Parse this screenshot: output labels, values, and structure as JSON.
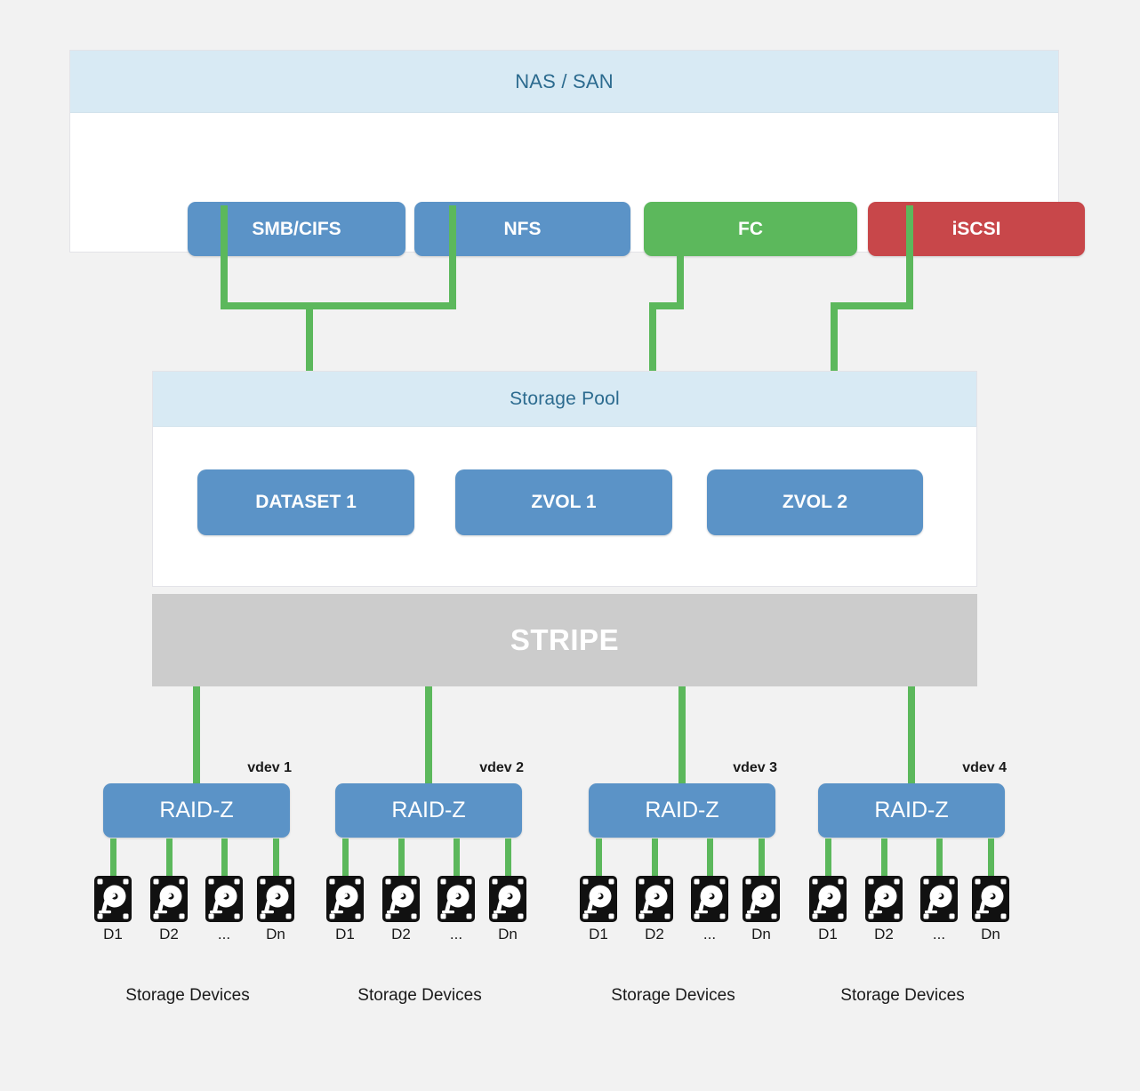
{
  "page": {
    "background": "#f2f2f2",
    "accent_blue": "#5b93c7",
    "accent_green": "#5cb85c",
    "accent_red": "#c8474a",
    "header_band": "#d8eaf4",
    "stripe_gray": "#cccccc"
  },
  "nas_san": {
    "title": "NAS / SAN",
    "protocols": [
      {
        "label": "SMB/CIFS",
        "color": "#5b93c7"
      },
      {
        "label": "NFS",
        "color": "#5b93c7"
      },
      {
        "label": "FC",
        "color": "#5cb85c"
      },
      {
        "label": "iSCSI",
        "color": "#c8474a"
      }
    ]
  },
  "storage_pool": {
    "title": "Storage Pool",
    "items": [
      {
        "label": "DATASET 1",
        "color": "#5b93c7"
      },
      {
        "label": "ZVOL 1",
        "color": "#5b93c7"
      },
      {
        "label": "ZVOL 2",
        "color": "#5b93c7"
      }
    ]
  },
  "stripe": {
    "label": "STRIPE",
    "color": "#cccccc"
  },
  "vdevs": [
    {
      "name": "vdev 1",
      "type": "RAID-Z",
      "devices_label": "Storage Devices",
      "disks": [
        {
          "label": "D1",
          "icon": "hard-disk-icon"
        },
        {
          "label": "D2",
          "icon": "hard-disk-icon"
        },
        {
          "label": "...",
          "icon": "hard-disk-icon"
        },
        {
          "label": "Dn",
          "icon": "hard-disk-icon"
        }
      ]
    },
    {
      "name": "vdev 2",
      "type": "RAID-Z",
      "devices_label": "Storage Devices",
      "disks": [
        {
          "label": "D1",
          "icon": "hard-disk-icon"
        },
        {
          "label": "D2",
          "icon": "hard-disk-icon"
        },
        {
          "label": "...",
          "icon": "hard-disk-icon"
        },
        {
          "label": "Dn",
          "icon": "hard-disk-icon"
        }
      ]
    },
    {
      "name": "vdev 3",
      "type": "RAID-Z",
      "devices_label": "Storage Devices",
      "disks": [
        {
          "label": "D1",
          "icon": "hard-disk-icon"
        },
        {
          "label": "D2",
          "icon": "hard-disk-icon"
        },
        {
          "label": "...",
          "icon": "hard-disk-icon"
        },
        {
          "label": "Dn",
          "icon": "hard-disk-icon"
        }
      ]
    },
    {
      "name": "vdev 4",
      "type": "RAID-Z",
      "devices_label": "Storage Devices",
      "disks": [
        {
          "label": "D1",
          "icon": "hard-disk-icon"
        },
        {
          "label": "D2",
          "icon": "hard-disk-icon"
        },
        {
          "label": "...",
          "icon": "hard-disk-icon"
        },
        {
          "label": "Dn",
          "icon": "hard-disk-icon"
        }
      ]
    }
  ]
}
